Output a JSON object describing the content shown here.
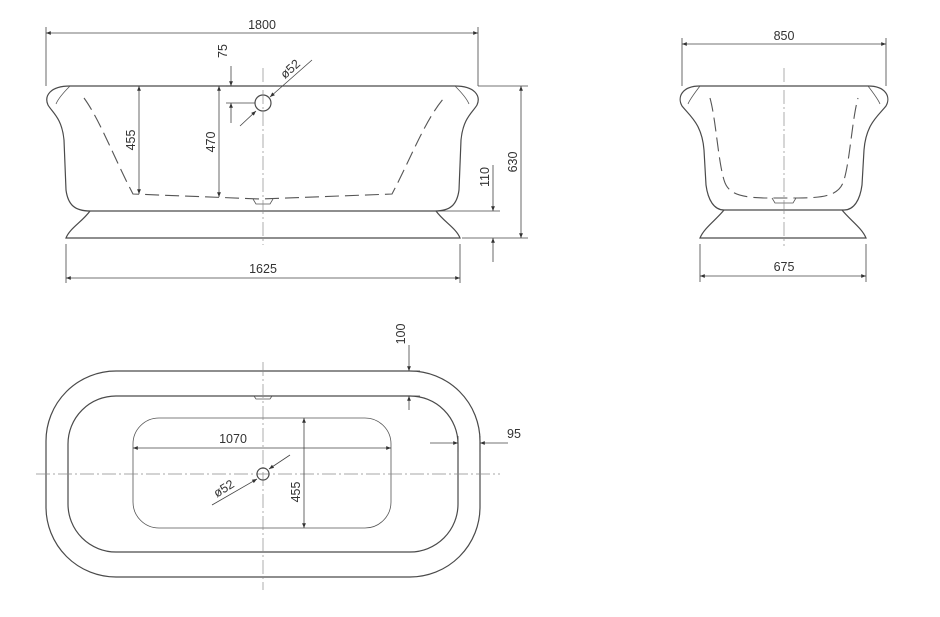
{
  "dimensions": {
    "front_length": "1800",
    "front_base_length": "1625",
    "drain_offset": "75",
    "drain_diameter_front": "ø52",
    "inner_depth": "455",
    "depth_470": "470",
    "plinth_height": "110",
    "total_height": "630",
    "side_width": "850",
    "side_base_width": "675",
    "rim_width_top": "100",
    "rim_width_side": "95",
    "basin_length": "1070",
    "basin_width": "455",
    "drain_diameter_top": "ø52"
  }
}
